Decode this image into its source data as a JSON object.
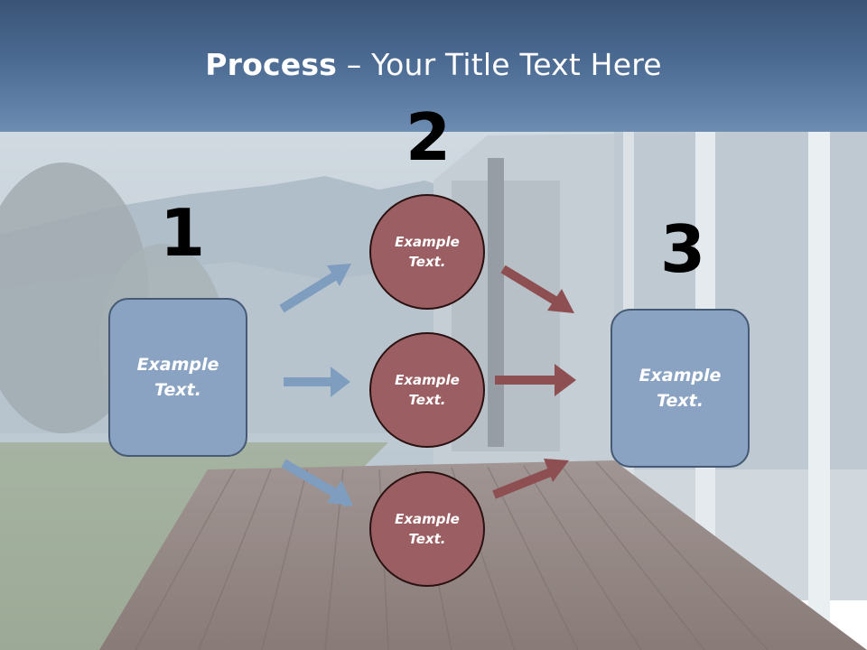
{
  "title": {
    "bold": "Process",
    "rest": " – Your Title Text Here"
  },
  "steps": [
    {
      "number": "1"
    },
    {
      "number": "2"
    },
    {
      "number": "3"
    }
  ],
  "left_box": {
    "text": "Example\nText."
  },
  "circles": [
    {
      "text": "Example\nText."
    },
    {
      "text": "Example\nText."
    },
    {
      "text": "Example\nText."
    }
  ],
  "right_box": {
    "text": "Example\nText."
  },
  "colors": {
    "title_band": "#4b6a92",
    "box_fill": "#8aa3c2",
    "circle_fill": "#9b5f63",
    "blue_arrow": "#7f9dbf",
    "red_arrow": "#8e4f52"
  }
}
